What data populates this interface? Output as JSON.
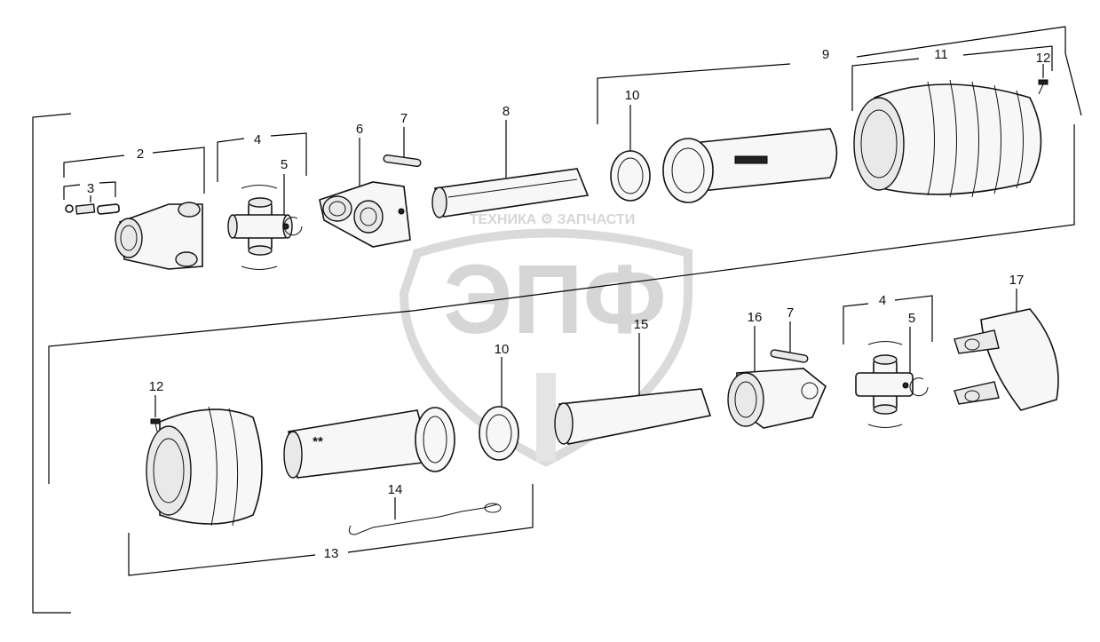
{
  "watermark": {
    "brand_text": "ТЕХНИКА ⚙ ЗАПЧАСТИ",
    "logo_letters": "ЭПФ"
  },
  "labels": {
    "l2": "2",
    "l3": "3",
    "l4a": "4",
    "l5a": "5",
    "l6": "6",
    "l7a": "7",
    "l8": "8",
    "l9": "9",
    "l10a": "10",
    "l11": "11",
    "l12a": "12",
    "l12b": "12",
    "l13": "13",
    "l10b": "10",
    "l14": "14",
    "l15": "15",
    "l16": "16",
    "l7b": "7",
    "l4b": "4",
    "l5b": "5",
    "l17": "17",
    "double_star": "**"
  }
}
